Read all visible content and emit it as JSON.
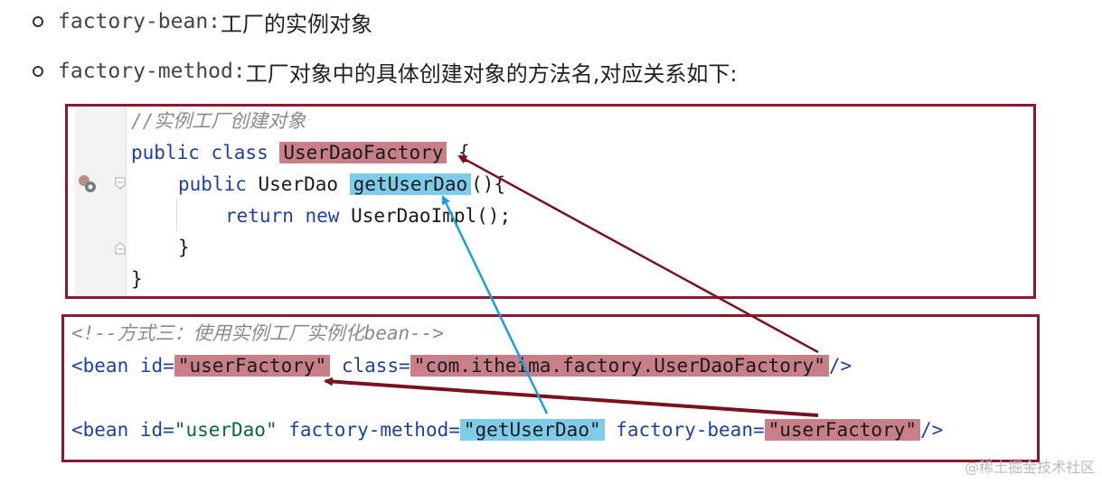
{
  "bullets": [
    {
      "term": "factory-bean:",
      "desc": "工厂的实例对象"
    },
    {
      "term": "factory-method:",
      "desc": "工厂对象中的具体创建对象的方法名,对应关系如下:"
    }
  ],
  "java_code": {
    "comment": "//实例工厂创建对象",
    "line2_kw": "public class ",
    "class_name": "UserDaoFactory",
    "line2_tail": " {",
    "line3_kw": "public ",
    "line3_type": "UserDao ",
    "method_name": "getUserDao",
    "line3_tail": "(){",
    "line4_kw": "return new ",
    "line4_tail": "UserDaoImpl();",
    "line5": "}",
    "line6": "}"
  },
  "xml_code": {
    "comment": "<!--方式三：使用实例工厂实例化bean-->",
    "b1_open": "<bean ",
    "b1_id_attr": "id=",
    "b1_id_val": "\"userFactory\"",
    "b1_class_attr": " class=",
    "b1_class_val": "\"com.itheima.factory.UserDaoFactory\"",
    "b1_close": "/>",
    "b2_open": "<bean ",
    "b2_id_attr": "id=",
    "b2_id_val": "\"userDao\"",
    "b2_fm_attr": " factory-method=",
    "b2_fm_val": "\"getUserDao\"",
    "b2_fb_attr": " factory-bean=",
    "b2_fb_val": "\"userFactory\"",
    "b2_close": "/>"
  },
  "watermark": "@稀土掘金技术社区",
  "colors": {
    "box_border": "#8b1a2e",
    "highlight_red": "#c87f88",
    "highlight_blue": "#7dcdea",
    "arrow_red": "#7a1020",
    "arrow_blue": "#1aa0dc"
  }
}
